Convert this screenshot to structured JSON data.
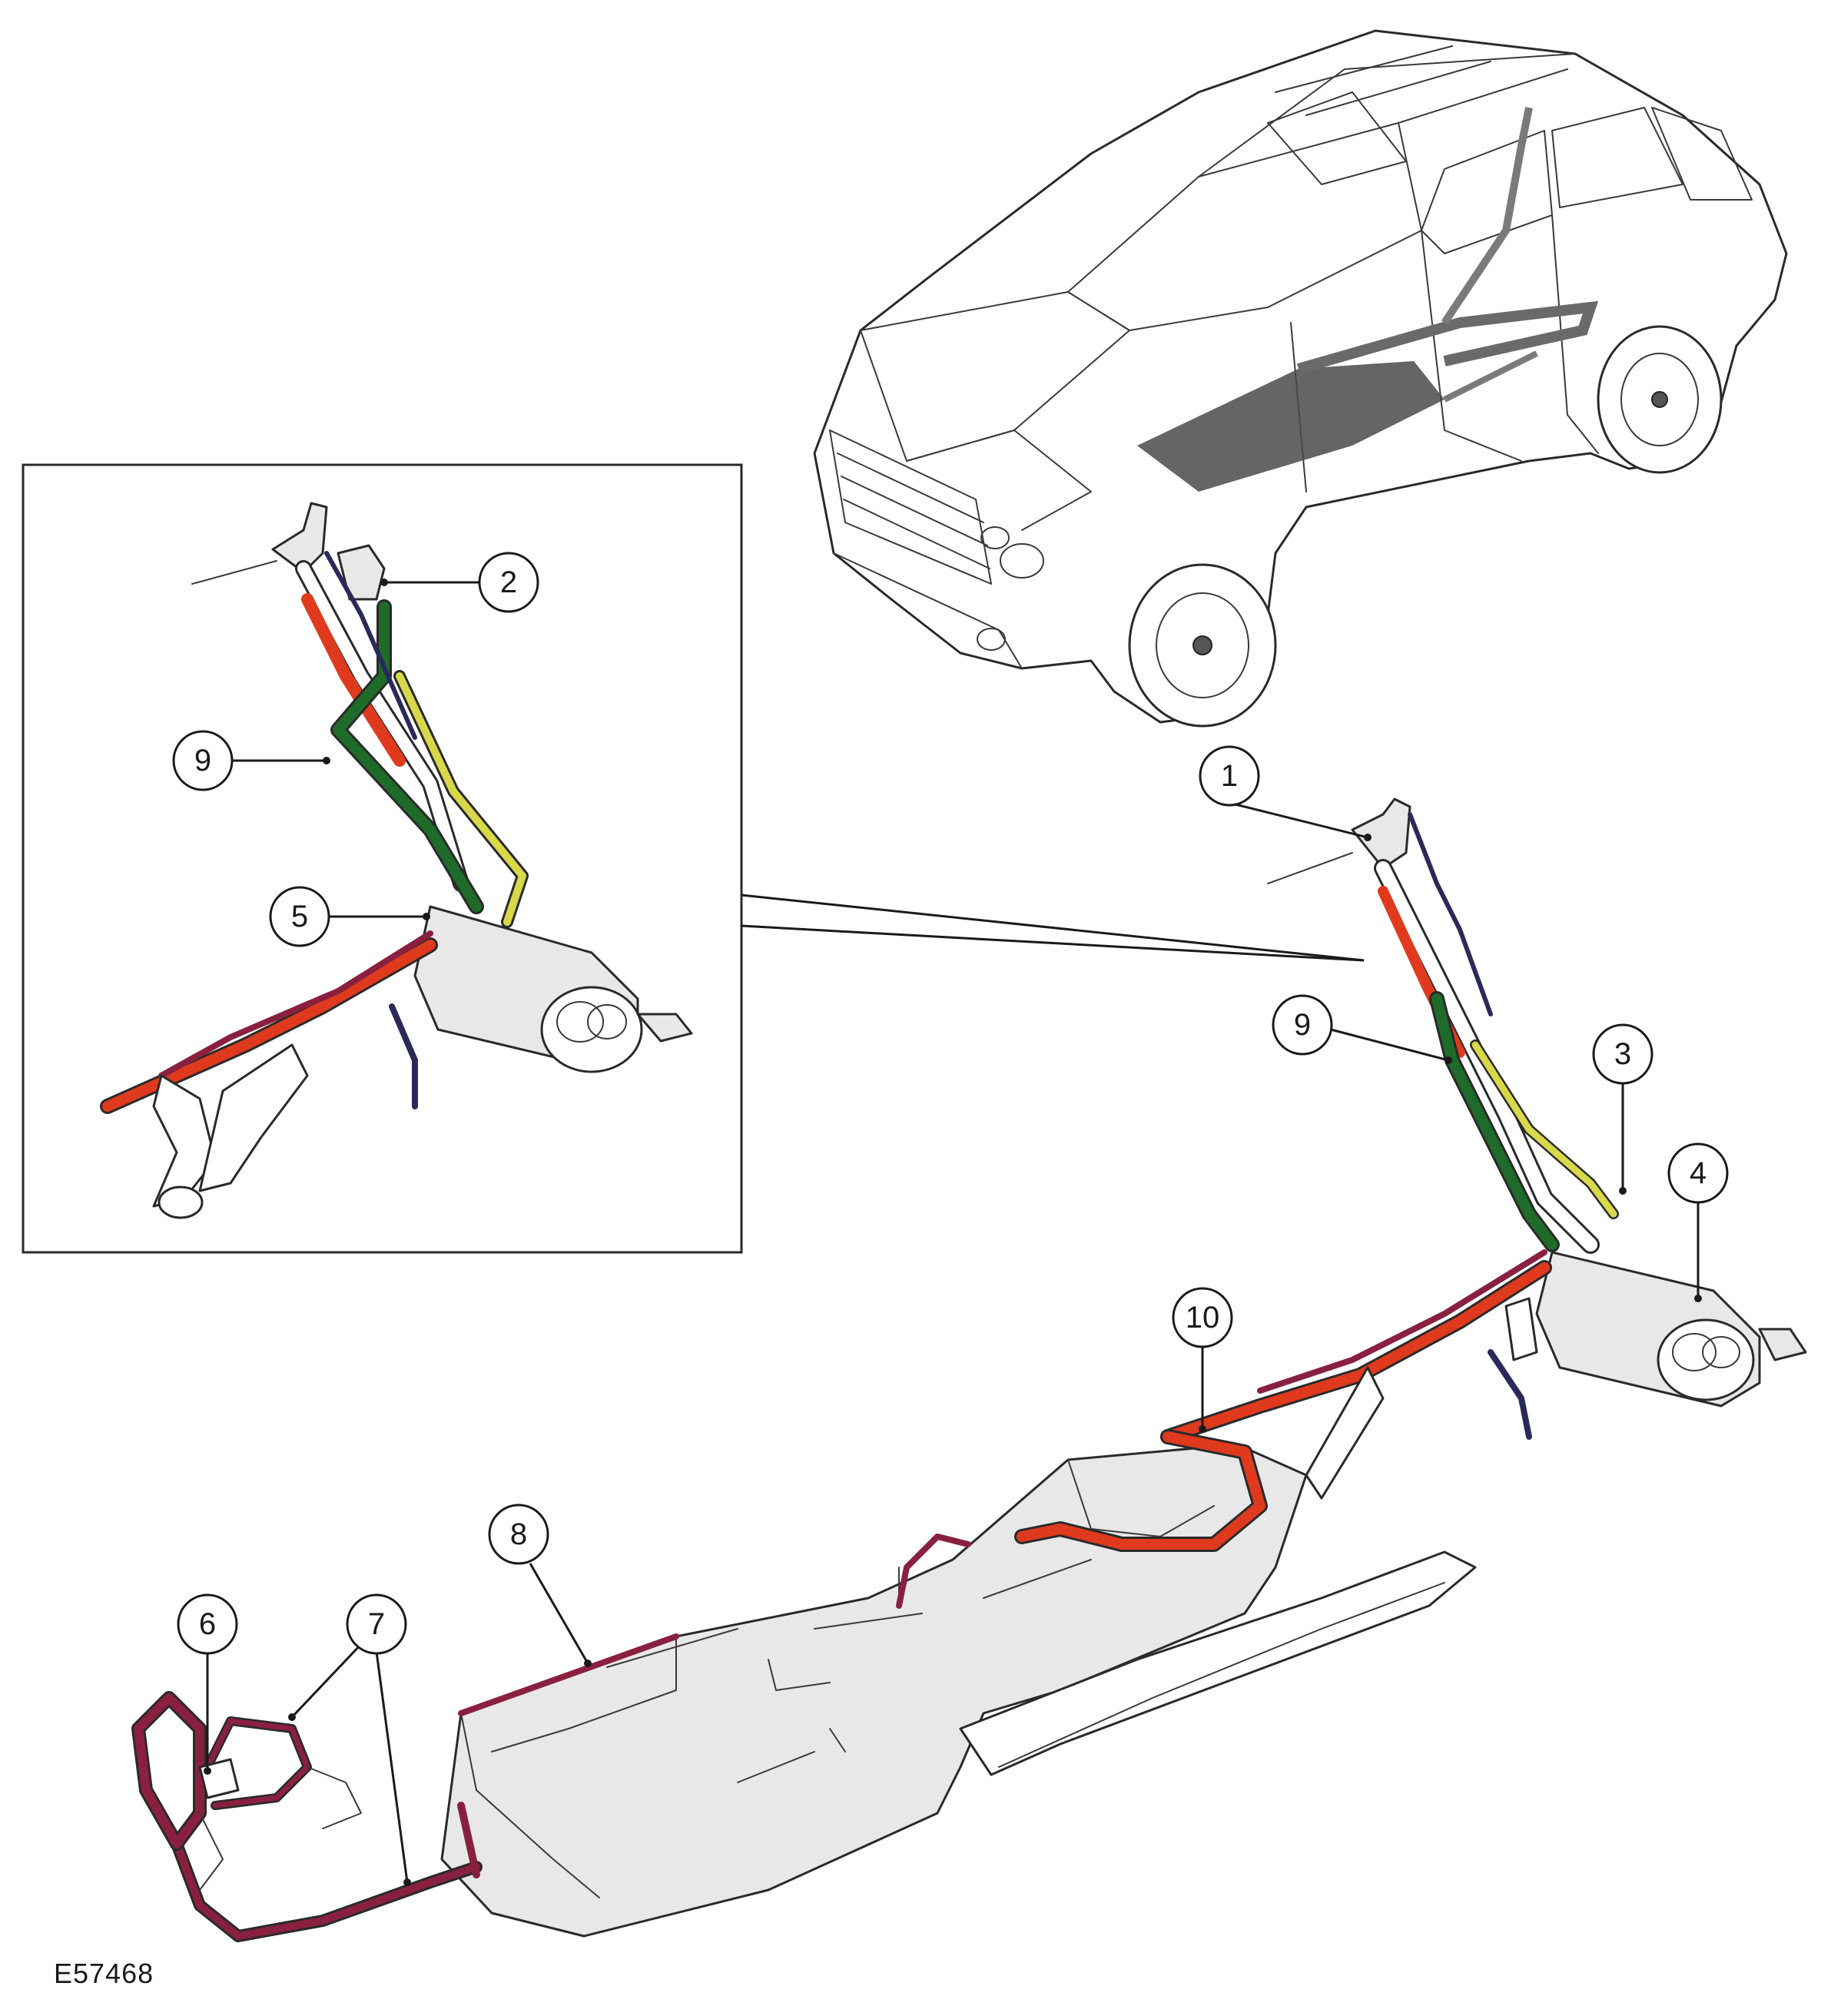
{
  "figure_code": "E57468",
  "callouts": [
    "1",
    "2",
    "3",
    "4",
    "5",
    "6",
    "7",
    "8",
    "9",
    "9",
    "10"
  ],
  "colors": {
    "red_pipe": "#e03a1e",
    "green_pipe": "#1f6b2a",
    "yellow_pipe": "#d8d84a",
    "maroon_pipe": "#8a2040",
    "navy_pipe": "#2a2a5a",
    "outline": "#2a2a2a"
  }
}
